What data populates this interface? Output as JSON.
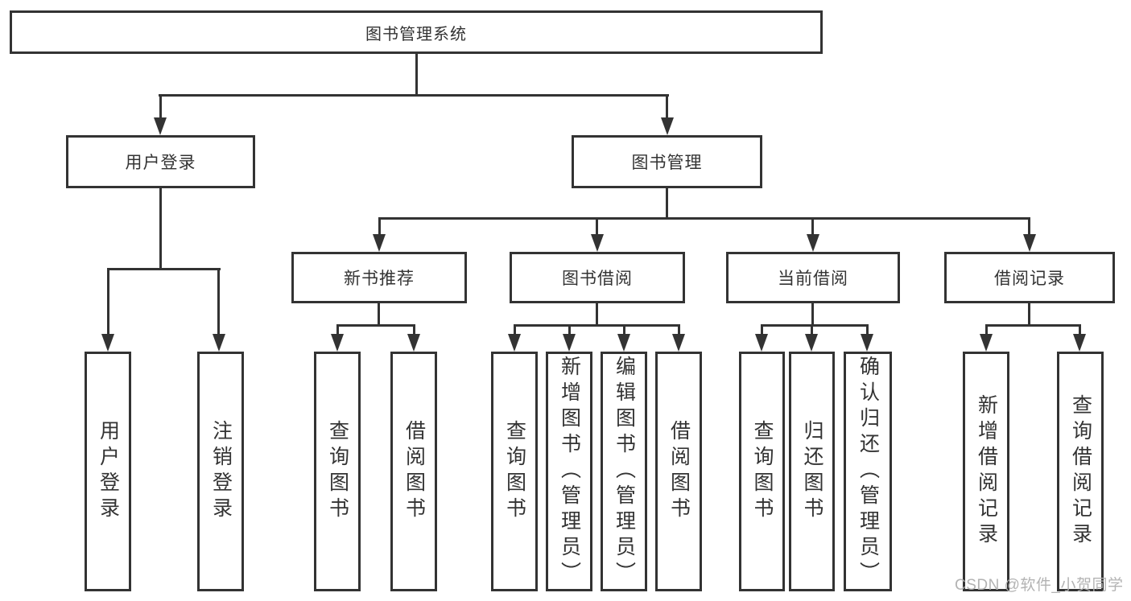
{
  "title": "图书管理系统",
  "level2": [
    "用户登录",
    "图书管理"
  ],
  "level3": [
    "新书推荐",
    "图书借阅",
    "当前借阅",
    "借阅记录"
  ],
  "leaves": {
    "user_login": [
      "用户登录",
      "注销登录"
    ],
    "new_book_recommend": [
      "查询图书",
      "借阅图书"
    ],
    "book_borrow": [
      "查询图书",
      "新增图书（管理员）",
      "编辑图书（管理员）",
      "借阅图书"
    ],
    "current_borrow": [
      "查询图书",
      "归还图书",
      "确认归还（管理员）"
    ],
    "borrow_record": [
      "新增借阅记录",
      "查询借阅记录"
    ]
  },
  "watermark": "CSDN @软件_小贺同学",
  "colors": {
    "line": "#333333",
    "box_background": "#ffffff",
    "text": "#333333",
    "watermark": "#afafaf"
  }
}
